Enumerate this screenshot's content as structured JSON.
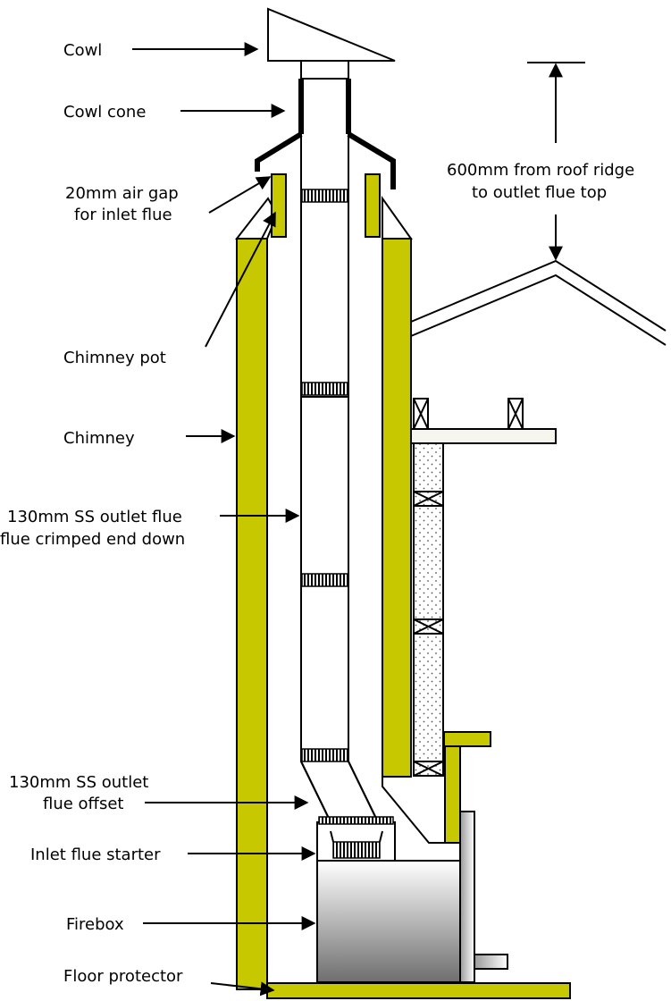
{
  "labels": {
    "cowl": "Cowl",
    "cowl_cone": "Cowl cone",
    "air_gap_line1": "20mm air gap",
    "air_gap_line2": "for inlet flue",
    "ridge_line1": "600mm from roof ridge",
    "ridge_line2": "to outlet flue top",
    "chimney_pot": "Chimney pot",
    "chimney": "Chimney",
    "outlet_flue_line1": "130mm SS outlet flue",
    "outlet_flue_line2": "flue crimped end down",
    "offset_line1": "130mm SS outlet",
    "offset_line2": "flue offset",
    "inlet_starter": "Inlet flue starter",
    "firebox": "Firebox",
    "floor_protector": "Floor protector"
  },
  "colors": {
    "masonry": "#c8c800",
    "outline": "#000000",
    "insulation_fill": "#f6f6ef",
    "firebox_top": "#ffffff",
    "firebox_bottom": "#6e6e6e"
  }
}
